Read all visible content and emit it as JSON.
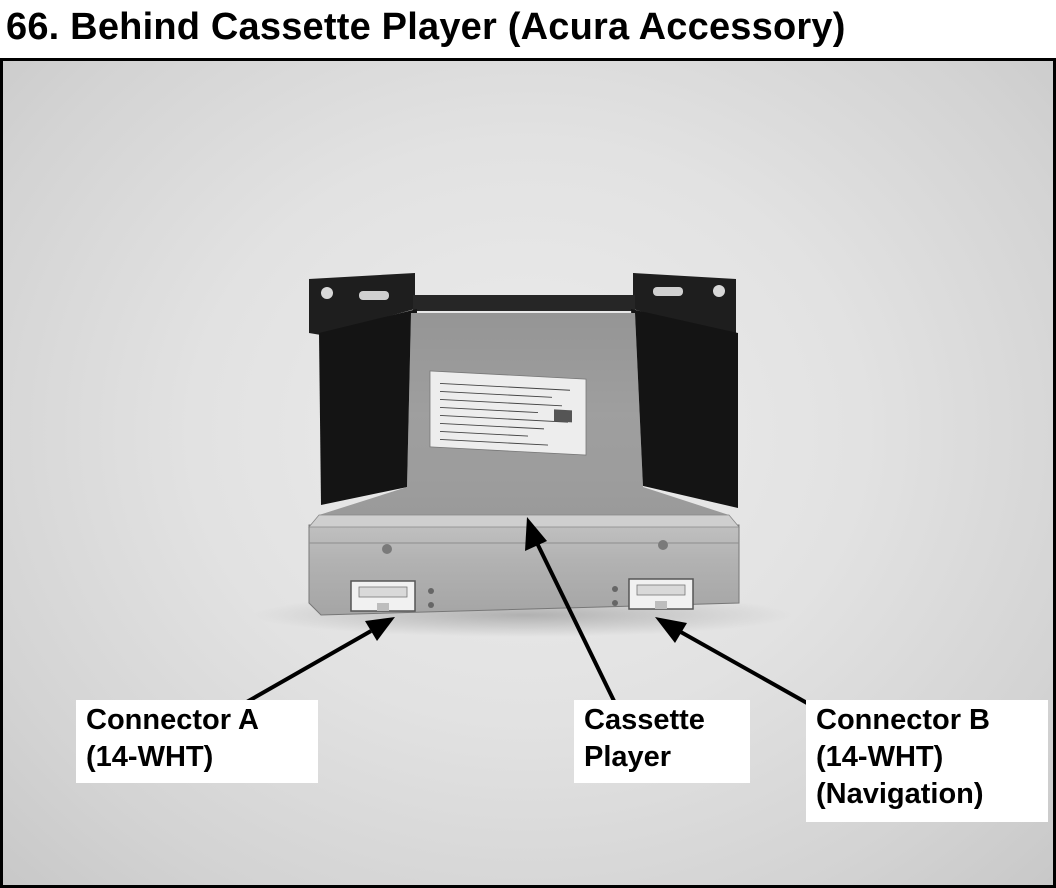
{
  "title": "66. Behind Cassette Player (Acura Accessory)",
  "callouts": {
    "connector_a": {
      "line1": "Connector A",
      "line2": "(14-WHT)"
    },
    "cassette_player": {
      "line1": "Cassette",
      "line2": "Player"
    },
    "connector_b": {
      "line1": "Connector B",
      "line2": "(14-WHT)",
      "line3": "(Navigation)"
    }
  }
}
